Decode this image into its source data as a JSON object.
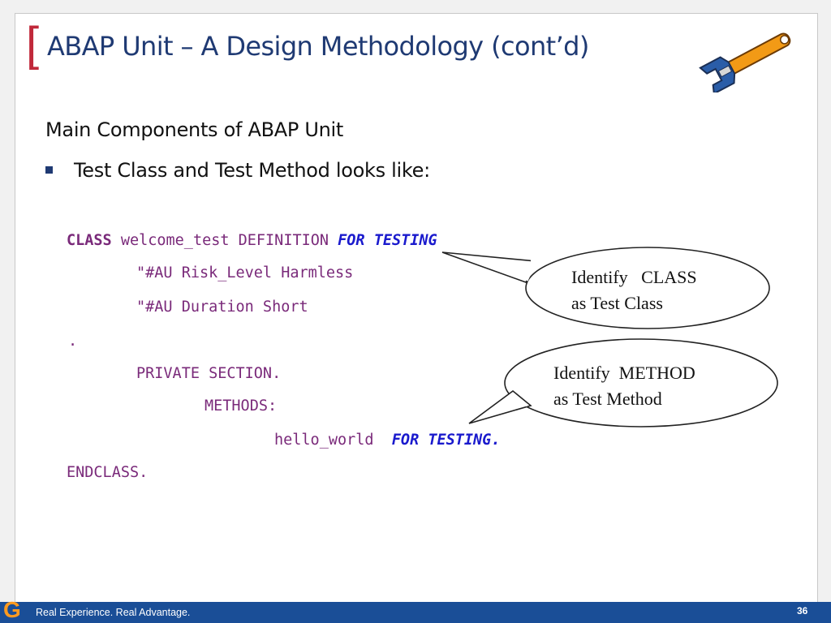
{
  "slide": {
    "bracket": "[",
    "title": "ABAP Unit – A Design Methodology (cont’d)",
    "subheading": "Main Components of ABAP Unit",
    "bullet": "Test Class and Test Method looks like:"
  },
  "code": {
    "line1_kw": "CLASS",
    "line1_rest": " welcome_test DEFINITION ",
    "line1_for": "FOR TESTING",
    "line2": "\"#AU Risk_Level Harmless",
    "line3": "\"#AU Duration Short",
    "line4": ".",
    "line5": "PRIVATE SECTION.",
    "line6": "METHODS:",
    "line7_name": "hello_world  ",
    "line7_for": "FOR TESTING.",
    "line8": "ENDCLASS."
  },
  "callouts": {
    "class_line1": "Identify   CLASS",
    "class_line2": "as Test Class",
    "method_line1": "Identify  METHOD",
    "method_line2": "as Test Method"
  },
  "footer": {
    "logo_letter": "G",
    "tagline": "Real Experience. Real Advantage.",
    "page_number": "36"
  },
  "colors": {
    "title": "#1f3a73",
    "bracket": "#c0283a",
    "code_purple": "#7a2a7a",
    "code_blue": "#1a1acd",
    "footer_bg": "#1a4e97",
    "logo": "#ff9a1f"
  },
  "icons": [
    "wrench-icon",
    "bullet-square-icon",
    "company-logo-icon"
  ]
}
